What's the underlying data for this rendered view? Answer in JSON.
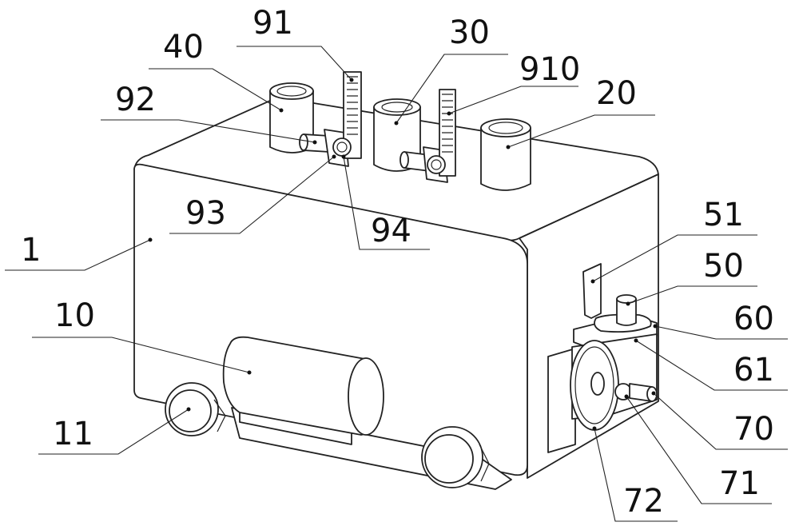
{
  "labels": {
    "l1": "1",
    "l10": "10",
    "l11": "11",
    "l20": "20",
    "l30": "30",
    "l40": "40",
    "l50": "50",
    "l51": "51",
    "l60": "60",
    "l61": "61",
    "l70": "70",
    "l71": "71",
    "l72": "72",
    "l91": "91",
    "l92": "92",
    "l93": "93",
    "l94": "94",
    "l910": "910"
  }
}
